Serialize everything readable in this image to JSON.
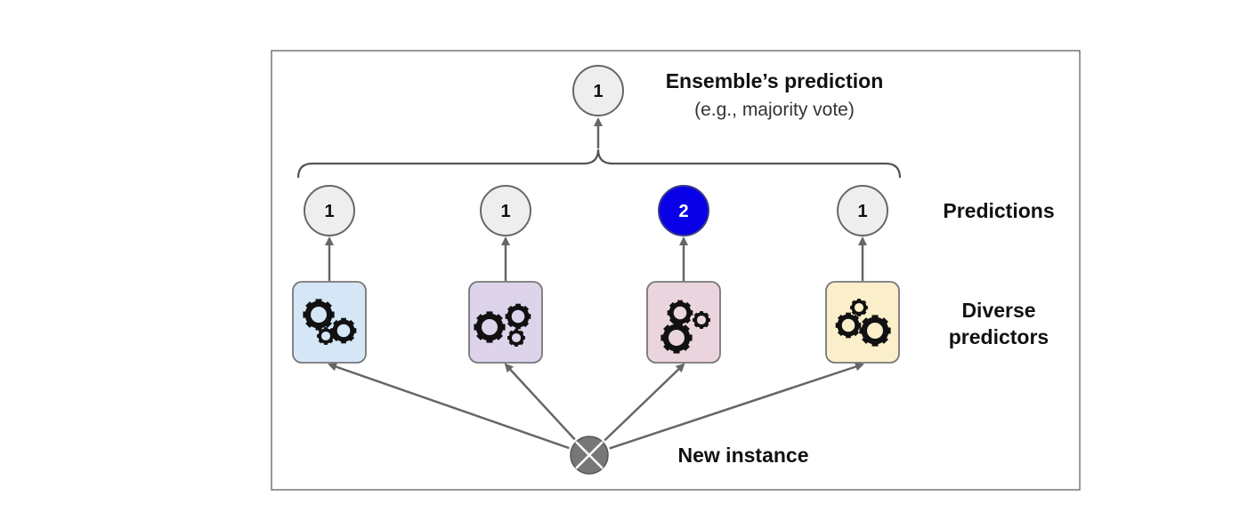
{
  "ensemble": {
    "value": "1",
    "title": "Ensemble’s prediction",
    "subtitle": "(e.g., majority vote)"
  },
  "labels": {
    "predictions": "Predictions",
    "diverse_line1": "Diverse",
    "diverse_line2": "predictors",
    "new_instance": "New instance"
  },
  "predictors": [
    {
      "prediction": "1",
      "box_color": "#d5e6f6",
      "highlight": false
    },
    {
      "prediction": "1",
      "box_color": "#ddd4ec",
      "highlight": false
    },
    {
      "prediction": "2",
      "box_color": "#ead4de",
      "highlight": true
    },
    {
      "prediction": "1",
      "box_color": "#fbefcb",
      "highlight": false
    }
  ],
  "colors": {
    "arrow": "#666666",
    "neutral_circle": "#eeeeee",
    "highlight_circle": "#0a00e8",
    "gear": "#111111"
  },
  "icons": {
    "predictor": "gears-icon",
    "input": "crossed-circle-icon"
  }
}
